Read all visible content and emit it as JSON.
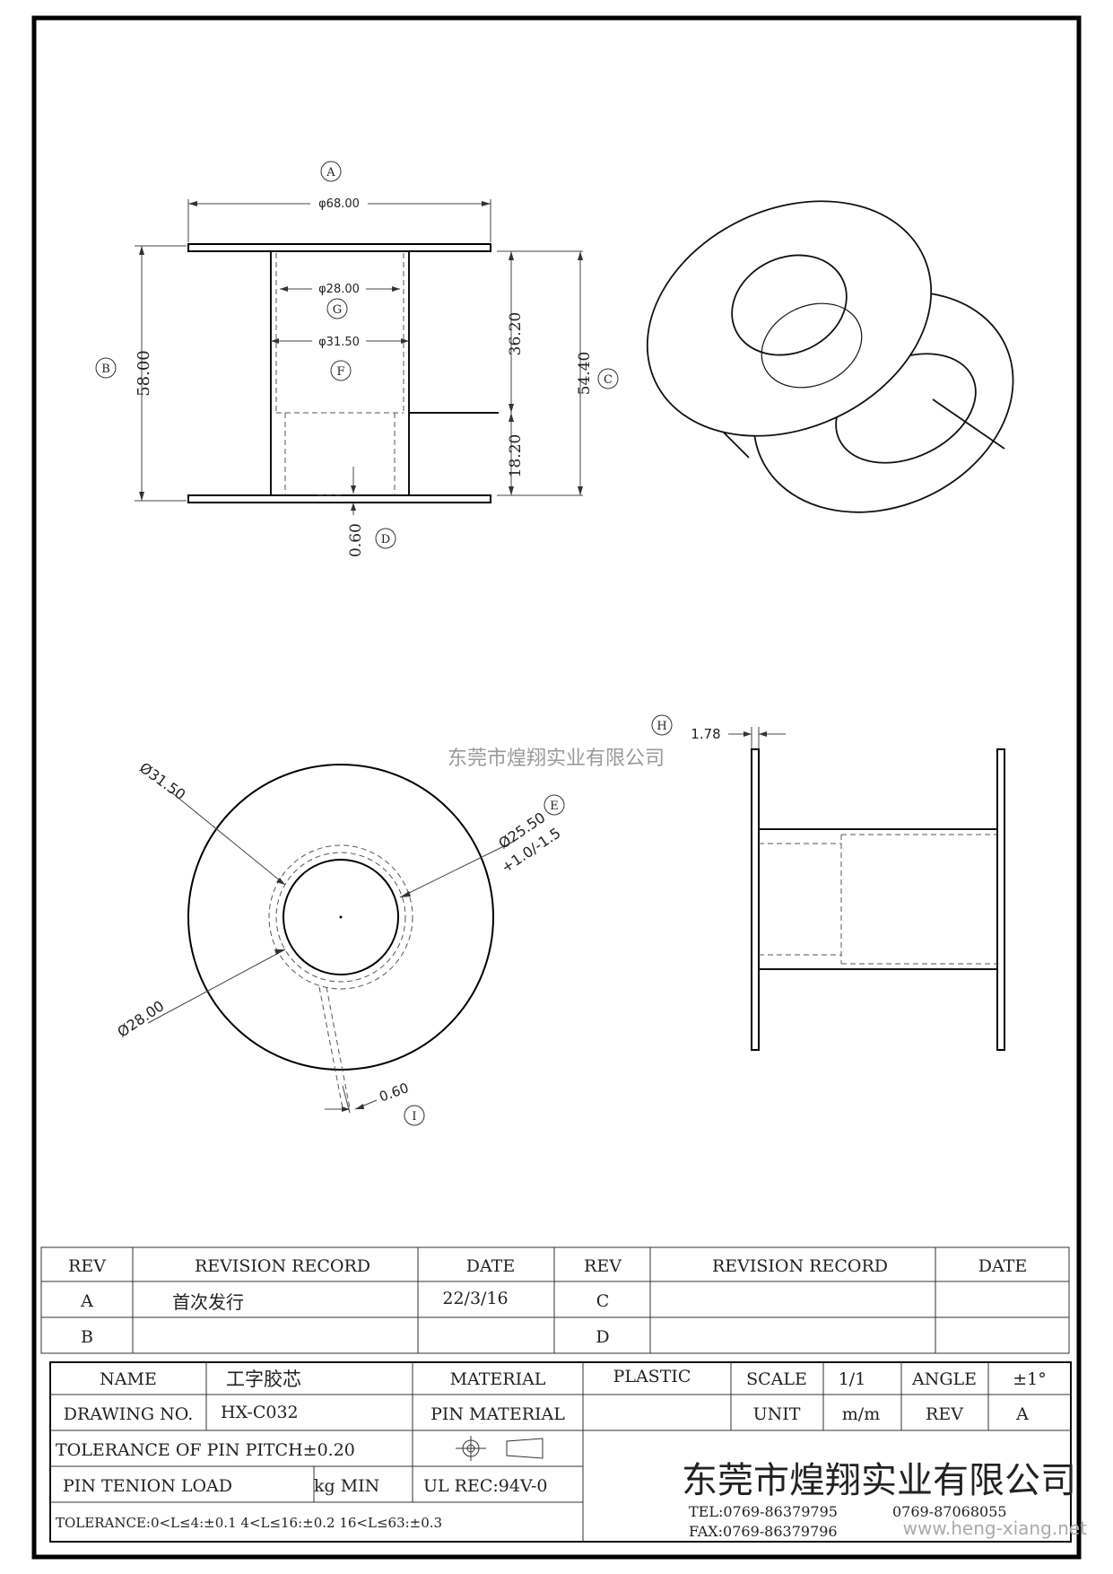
{
  "watermark": "东莞市煌翔实业有限公司",
  "site_watermark": "www.heng-xiang.net",
  "front_view": {
    "A": {
      "tag": "A",
      "value": "φ68.00"
    },
    "G": {
      "tag": "G",
      "value": "φ28.00"
    },
    "F": {
      "tag": "F",
      "value": "φ31.50"
    },
    "B": {
      "tag": "B",
      "value": "58.00"
    },
    "C": {
      "tag": "C",
      "value": "54.40"
    },
    "D": {
      "tag": "D",
      "value": "0.60"
    },
    "upper": "36.20",
    "lower": "18.20"
  },
  "end_view": {
    "outer_label": "Ø31.50",
    "inner_label": "Ø28.00",
    "E": {
      "tag": "E",
      "value": "Ø25.50",
      "tol": "+1.0/-1.5"
    },
    "I": {
      "tag": "I",
      "value": "0.60"
    }
  },
  "side_view": {
    "H": {
      "tag": "H",
      "value": "1.78"
    }
  },
  "revision": {
    "headers": [
      "REV",
      "REVISION RECORD",
      "DATE",
      "REV",
      "REVISION RECORD",
      "DATE"
    ],
    "rows": [
      [
        "A",
        "首次发行",
        "22/3/16",
        "C",
        "",
        ""
      ],
      [
        "B",
        "",
        "",
        "D",
        "",
        ""
      ]
    ]
  },
  "title_block": {
    "name_label": "NAME",
    "name_value": "工字胶芯",
    "drawing_label": "DRAWING NO.",
    "drawing_value": "HX-C032",
    "material_label": "MATERIAL",
    "material_value": "PLASTIC",
    "pin_material_label": "PIN MATERIAL",
    "scale_label": "SCALE",
    "scale_value": "1/1",
    "angle_label": "ANGLE",
    "angle_value": "±1°",
    "unit_label": "UNIT",
    "unit_value": "m/m",
    "rev_label": "REV",
    "rev_value": "A",
    "tol_pitch": "TOLERANCE OF PIN PITCH±0.20",
    "pin_tension_label": "PIN TENION LOAD",
    "pin_tension_unit": "kg MIN",
    "ul": "UL REC:94V-0",
    "tolerance": "TOLERANCE:0<L≤4:±0.1  4<L≤16:±0.2  16<L≤63:±0.3",
    "company": "东莞市煌翔实业有限公司",
    "tel": "TEL:0769-86379795",
    "tel2": "0769-87068055",
    "fax": "FAX:0769-86379796"
  }
}
